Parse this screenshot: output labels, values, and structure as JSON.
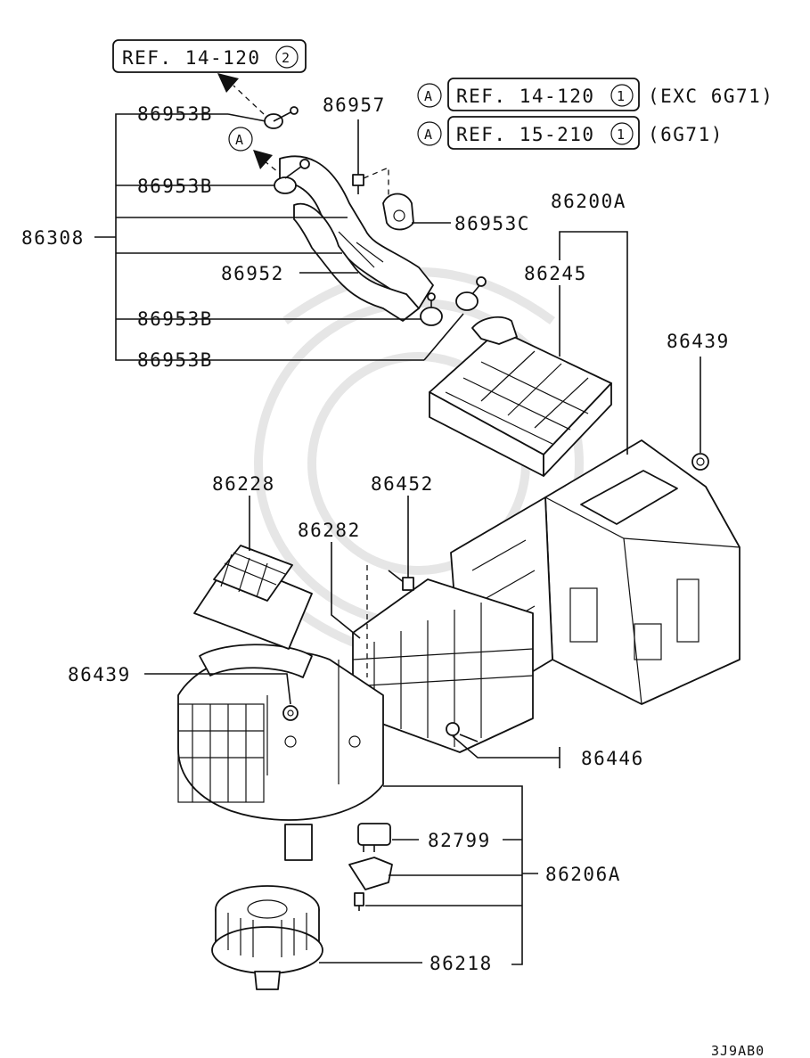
{
  "refs": {
    "ref1": {
      "marker": "",
      "text": "REF. 14-120",
      "num": "2",
      "note": ""
    },
    "ref2": {
      "marker": "A",
      "text": "REF. 14-120",
      "num": "1",
      "note": "(EXC 6G71)"
    },
    "ref3": {
      "marker": "A",
      "text": "REF. 15-210",
      "num": "1",
      "note": "(6G71)"
    }
  },
  "pipe_marker": "A",
  "labels": {
    "p86953B_1": "86953B",
    "p86953B_2": "86953B",
    "p86953B_3": "86953B",
    "p86953B_4": "86953B",
    "p86957": "86957",
    "p86953C": "86953C",
    "p86308": "86308",
    "p86952": "86952",
    "p86200A": "86200A",
    "p86245": "86245",
    "p86439_top": "86439",
    "p86228": "86228",
    "p86452": "86452",
    "p86282": "86282",
    "p86439_left": "86439",
    "p86446": "86446",
    "p82799": "82799",
    "p86206A": "86206A",
    "p86218": "86218"
  },
  "diagram_code": "3J9AB0"
}
